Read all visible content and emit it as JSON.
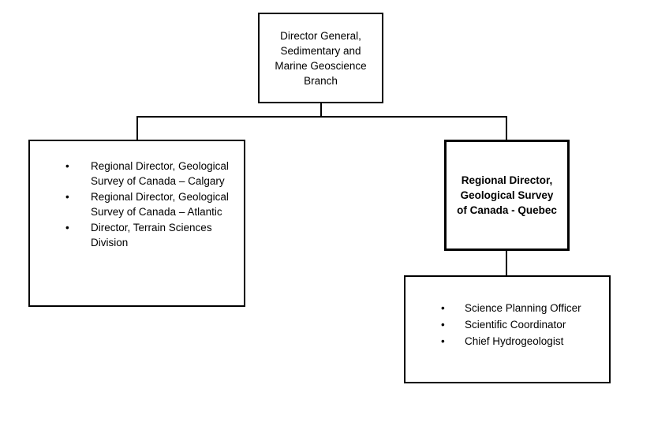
{
  "chart_data": {
    "type": "org-chart",
    "nodes": [
      {
        "id": "dg",
        "label": "Director General, Sedimentary and Marine Geoscience Branch"
      },
      {
        "id": "left-group",
        "parent": "dg",
        "items": [
          "Regional Director, Geological Survey of Canada – Calgary",
          "Regional Director, Geological Survey of Canada – Atlantic",
          "Director, Terrain Sciences Division"
        ]
      },
      {
        "id": "rd-quebec",
        "parent": "dg",
        "label": "Regional Director, Geological Survey of Canada - Quebec",
        "emphasis": "bold"
      },
      {
        "id": "quebec-group",
        "parent": "rd-quebec",
        "items": [
          "Science Planning Officer",
          "Scientific Coordinator",
          "Chief Hydrogeologist"
        ]
      }
    ]
  },
  "top": {
    "title": "Director General, Sedimentary and Marine Geoscience Branch"
  },
  "left": {
    "items": [
      "Regional Director, Geological Survey of Canada – Calgary",
      "Regional Director, Geological Survey of Canada – Atlantic",
      "Director, Terrain Sciences Division"
    ]
  },
  "right": {
    "title": "Regional Director, Geological Survey of Canada - Quebec"
  },
  "bottom_right": {
    "items": [
      "Science Planning Officer",
      "Scientific Coordinator",
      "Chief Hydrogeologist"
    ]
  },
  "bullet_glyph": "•"
}
